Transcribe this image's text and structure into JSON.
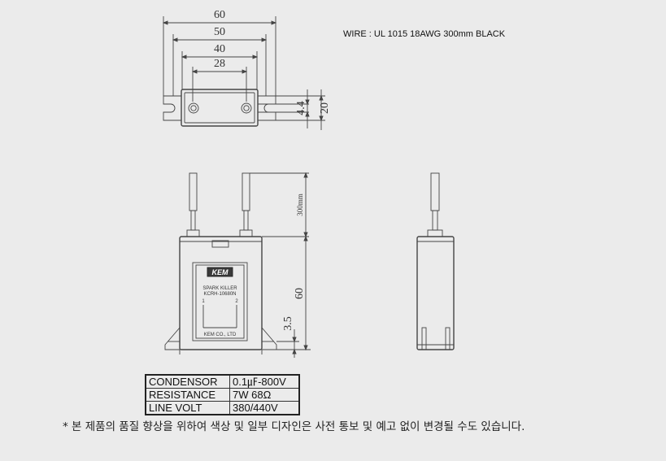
{
  "wire_note": "WIRE : UL 1015 18AWG 300mm BLACK",
  "top_view": {
    "dims": [
      "60",
      "50",
      "40",
      "28"
    ],
    "height_dims": [
      "4.4",
      "20"
    ]
  },
  "front_view": {
    "wire_length": "300mm",
    "body_height": "60",
    "base_height": "3.5",
    "label": {
      "logo": "KEM",
      "line1": "SPARK KILLER",
      "line2": "KCRH-10680N",
      "pin1": "1",
      "pin2": "2",
      "maker": "KEM CO., LTD"
    }
  },
  "specs": [
    {
      "key": "CONDENSOR",
      "value": "0.1㎌-800V"
    },
    {
      "key": "RESISTANCE",
      "value": "7W 68Ω"
    },
    {
      "key": "LINE VOLT",
      "value": "380/440V"
    }
  ],
  "notice": "* 본 제품의 품질 향상을 위하여 색상 및 일부 디자인은 사전 통보 및 예고 없이 변경될 수도 있습니다."
}
